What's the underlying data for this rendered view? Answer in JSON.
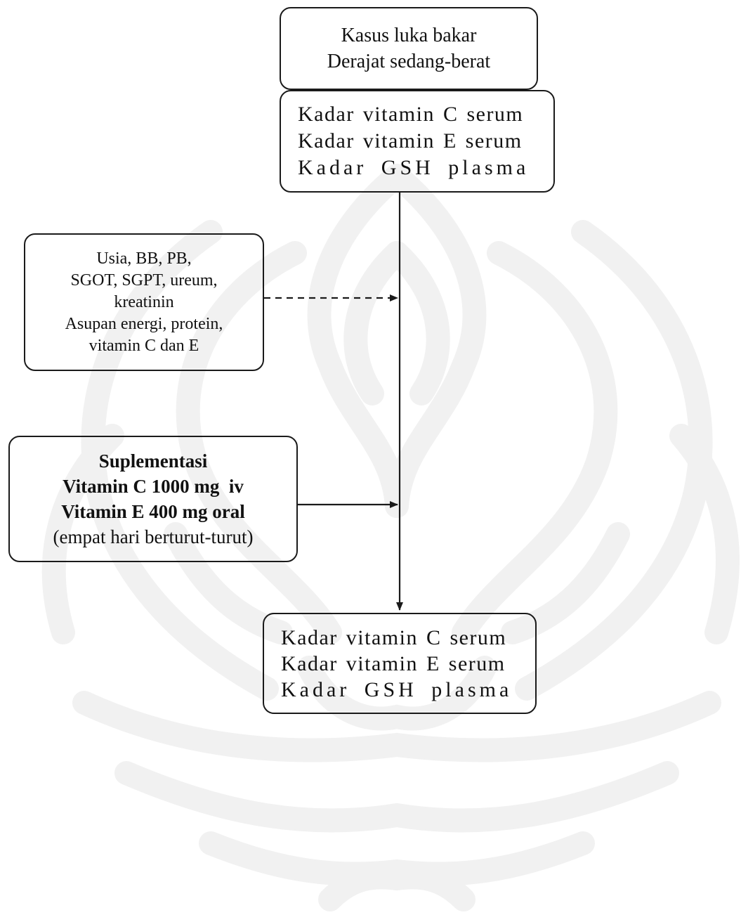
{
  "diagram": {
    "case_box": {
      "lines": [
        "Kasus luka bakar",
        "Derajat sedang-berat"
      ]
    },
    "baseline_box": {
      "lines": [
        "Kadar vitamin C serum",
        "Kadar vitamin E serum",
        "Kadar GSH plasma"
      ]
    },
    "confounders_box": {
      "lines": [
        "Usia, BB, PB,",
        "SGOT, SGPT, ureum,",
        "kreatinin",
        "Asupan energi, protein,",
        "vitamin C dan E"
      ]
    },
    "intervention_box": {
      "lines": [
        "Suplementasi",
        "Vitamin C 1000 mg  iv",
        "Vitamin E 400 mg oral",
        "(empat hari berturut-turut)"
      ]
    },
    "final_box": {
      "lines": [
        "Kadar vitamin C serum",
        "Kadar vitamin E serum",
        "Kadar GSH plasma"
      ]
    },
    "colors": {
      "stroke": "#1a1a1a",
      "watermark": "#f1f1f1"
    }
  }
}
